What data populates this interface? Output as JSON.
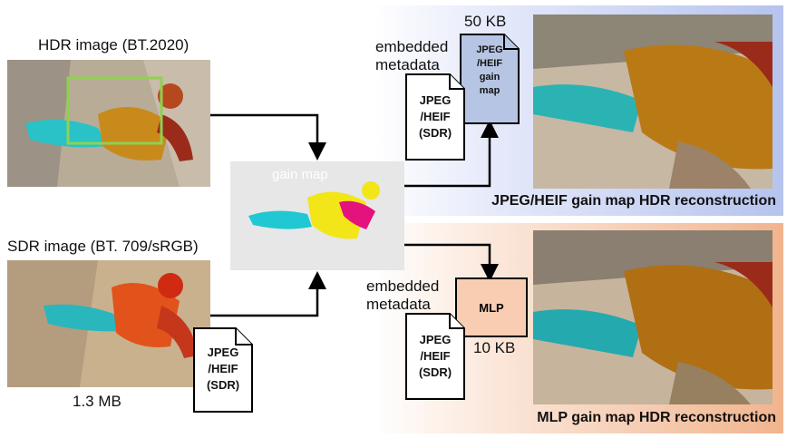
{
  "hdr_image_label": "HDR image (BT.2020)",
  "sdr_image_label": "SDR image (BT. 709/sRGB)",
  "sdr_size": "1.3 MB",
  "gain_map_label": "gain map",
  "top": {
    "size_label": "50 KB",
    "embedded_label": [
      "embedded",
      "metadata"
    ],
    "sdr_doc": [
      "JPEG",
      "/HEIF",
      "(SDR)"
    ],
    "gainmap_doc": [
      "JPEG",
      "/HEIF",
      "gain",
      "map"
    ],
    "caption": "JPEG/HEIF gain map HDR reconstruction"
  },
  "bottom_left_doc": [
    "JPEG",
    "/HEIF",
    "(SDR)"
  ],
  "bottom": {
    "embedded_label": [
      "embedded",
      "metadata"
    ],
    "mlp_label": "MLP",
    "size_label": "10 KB",
    "sdr_doc": [
      "JPEG",
      "/HEIF",
      "(SDR)"
    ],
    "caption": "MLP gain map HDR reconstruction"
  },
  "colors": {
    "blue_panel": "#b5c3ee",
    "orange_panel": "#f1b48d",
    "gainmap_doc_fill": "#b6c5e4",
    "mlp_box_fill": "#f8cdb2",
    "crop_box": "#8fd14f"
  }
}
